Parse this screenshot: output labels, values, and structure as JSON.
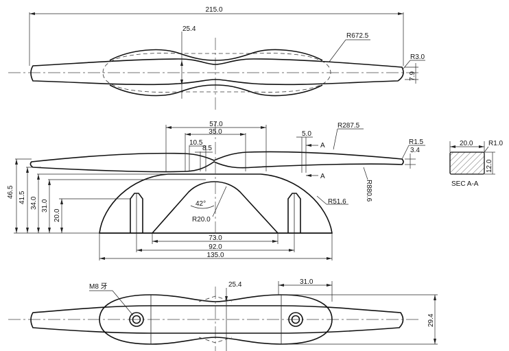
{
  "top_view": {
    "overall_length": "215.0",
    "center_width": "25.4",
    "side_radius": "R672.5",
    "end_radius": "R3.0",
    "end_height": "7.9"
  },
  "front_view": {
    "dim_57": "57.0",
    "dim_35": "35.0",
    "dim_10_5": "10.5",
    "dim_8_5": "8.5",
    "dim_5": "5.0",
    "top_radius": "R287.5",
    "tip_radius": "R1.5",
    "tip_height": "3.4",
    "section_mark": "A",
    "bottom_radius": "R880.6",
    "height_46_5": "46.5",
    "height_41_5": "41.5",
    "height_34": "34.0",
    "height_31": "31.0",
    "height_20": "20.0",
    "angle": "42°",
    "arch_radius": "R20.0",
    "base_radius": "R51.6",
    "width_73": "73.0",
    "width_92": "92.0",
    "width_135": "135.0"
  },
  "section": {
    "width": "20.0",
    "radius": "R1.0",
    "height": "12.0",
    "label": "SEC A-A"
  },
  "bottom_view": {
    "thread_label": "M8 牙",
    "center_width": "25.4",
    "hole_offset": "31.0",
    "overall_height": "29.4"
  }
}
